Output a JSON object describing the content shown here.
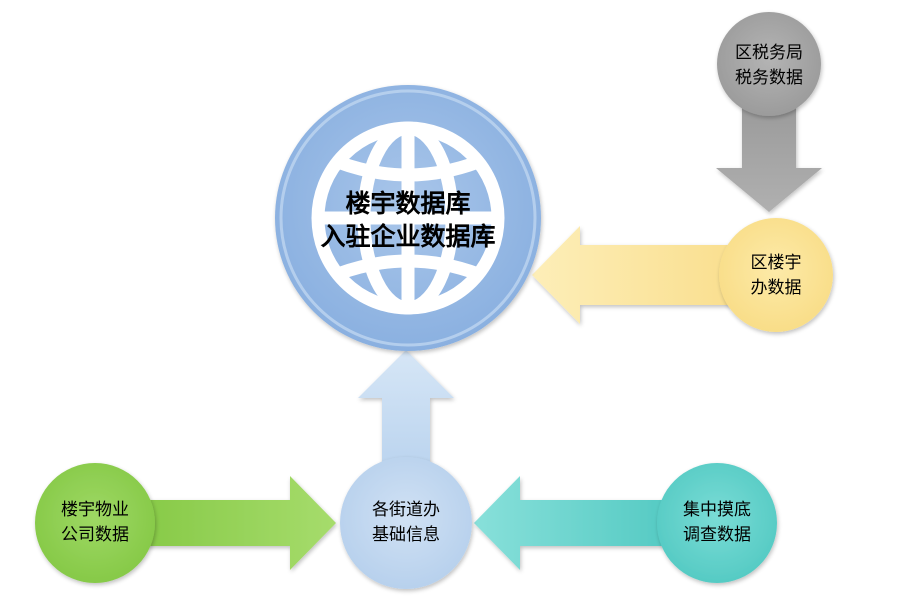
{
  "center": {
    "line1": "楼宇数据库",
    "line2": "入驻企业数据库"
  },
  "nodes": {
    "tax": {
      "line1": "区税务局",
      "line2": "税务数据",
      "color": "#a3a3a3"
    },
    "building": {
      "line1": "区楼宇",
      "line2": "办数据",
      "color": "#fbe49a"
    },
    "street": {
      "line1": "各街道办",
      "line2": "基础信息",
      "color": "#bcd4ec"
    },
    "property": {
      "line1": "楼宇物业",
      "line2": "公司数据",
      "color": "#8fd14f"
    },
    "survey": {
      "line1": "集中摸底",
      "line2": "调查数据",
      "color": "#5fd2cc"
    }
  },
  "colors": {
    "center_fill": "#8eb4e3",
    "globe": "#ffffff"
  }
}
